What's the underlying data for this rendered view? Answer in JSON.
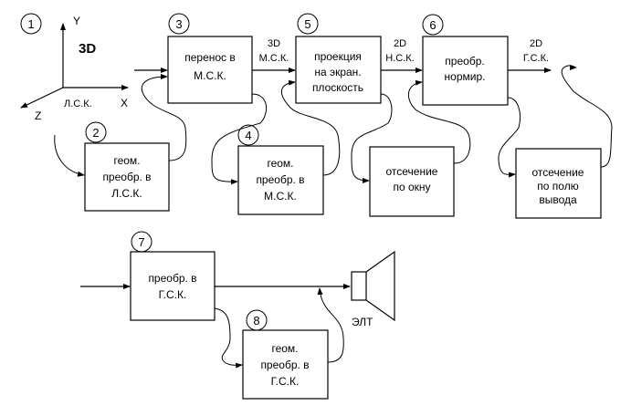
{
  "axes": {
    "x_label": "X",
    "y_label": "Y",
    "z_label": "Z",
    "dim_label": "3D",
    "coord_label": "Л.С.К.",
    "number": "1"
  },
  "blocks": [
    {
      "number": "2",
      "lines": [
        "геом.",
        "преобр. в",
        "Л.С.К."
      ]
    },
    {
      "number": "3",
      "lines": [
        "перенос в",
        "М.С.К."
      ]
    },
    {
      "number": "4",
      "lines": [
        "геом.",
        "преобр. в",
        "М.С.К."
      ]
    },
    {
      "number": "5",
      "lines": [
        "проекция",
        "на экран.",
        "плоскость"
      ]
    },
    {
      "number": "6",
      "lines": [
        "преобр.",
        "нормир."
      ]
    },
    {
      "number": "",
      "lines": [
        "отсечение",
        "по окну"
      ]
    },
    {
      "number": "",
      "lines": [
        "отсечение",
        "по полю",
        "вывода"
      ]
    },
    {
      "number": "7",
      "lines": [
        "преобр. в",
        "Г.С.К."
      ]
    },
    {
      "number": "8",
      "lines": [
        "геом.",
        "преобр. в",
        "Г.С.К."
      ]
    }
  ],
  "edges": [
    {
      "dim": "3D",
      "coord": "М.С.К."
    },
    {
      "dim": "2D",
      "coord": "Н.С.К."
    },
    {
      "dim": "2D",
      "coord": "Г.С.К."
    }
  ],
  "output_device": "ЭЛТ"
}
